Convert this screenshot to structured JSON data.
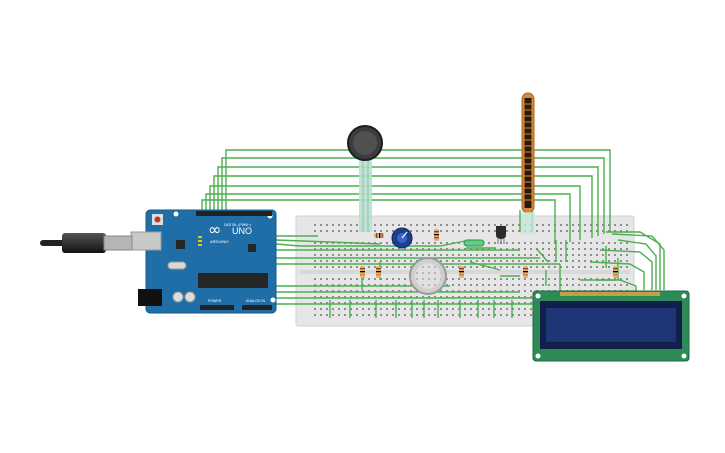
{
  "canvas": {
    "background": "#ffffff",
    "wire_color": "#4caf50",
    "board_color": "#1f6ea8",
    "breadboard_color": "#e6e6e6",
    "lcd_pcb_color": "#2e8b57",
    "lcd_screen_color": "#1e3576"
  },
  "arduino": {
    "logo_text": "∞",
    "model_label": "UNO",
    "brand_label": "ARDUINO",
    "digital_header_label": "DIGITAL (PWM~)",
    "power_header_label": "POWER",
    "analog_header_label": "ANALOG IN"
  },
  "components": [
    {
      "name": "force-sensor-icon"
    },
    {
      "name": "flex-sensor-icon"
    },
    {
      "name": "potentiometer-icon"
    },
    {
      "name": "gas-sensor-icon"
    },
    {
      "name": "temperature-sensor-icon"
    },
    {
      "name": "led-icon"
    },
    {
      "name": "resistor-icon"
    },
    {
      "name": "lcd-16x2-icon"
    },
    {
      "name": "usb-cable-icon"
    }
  ]
}
